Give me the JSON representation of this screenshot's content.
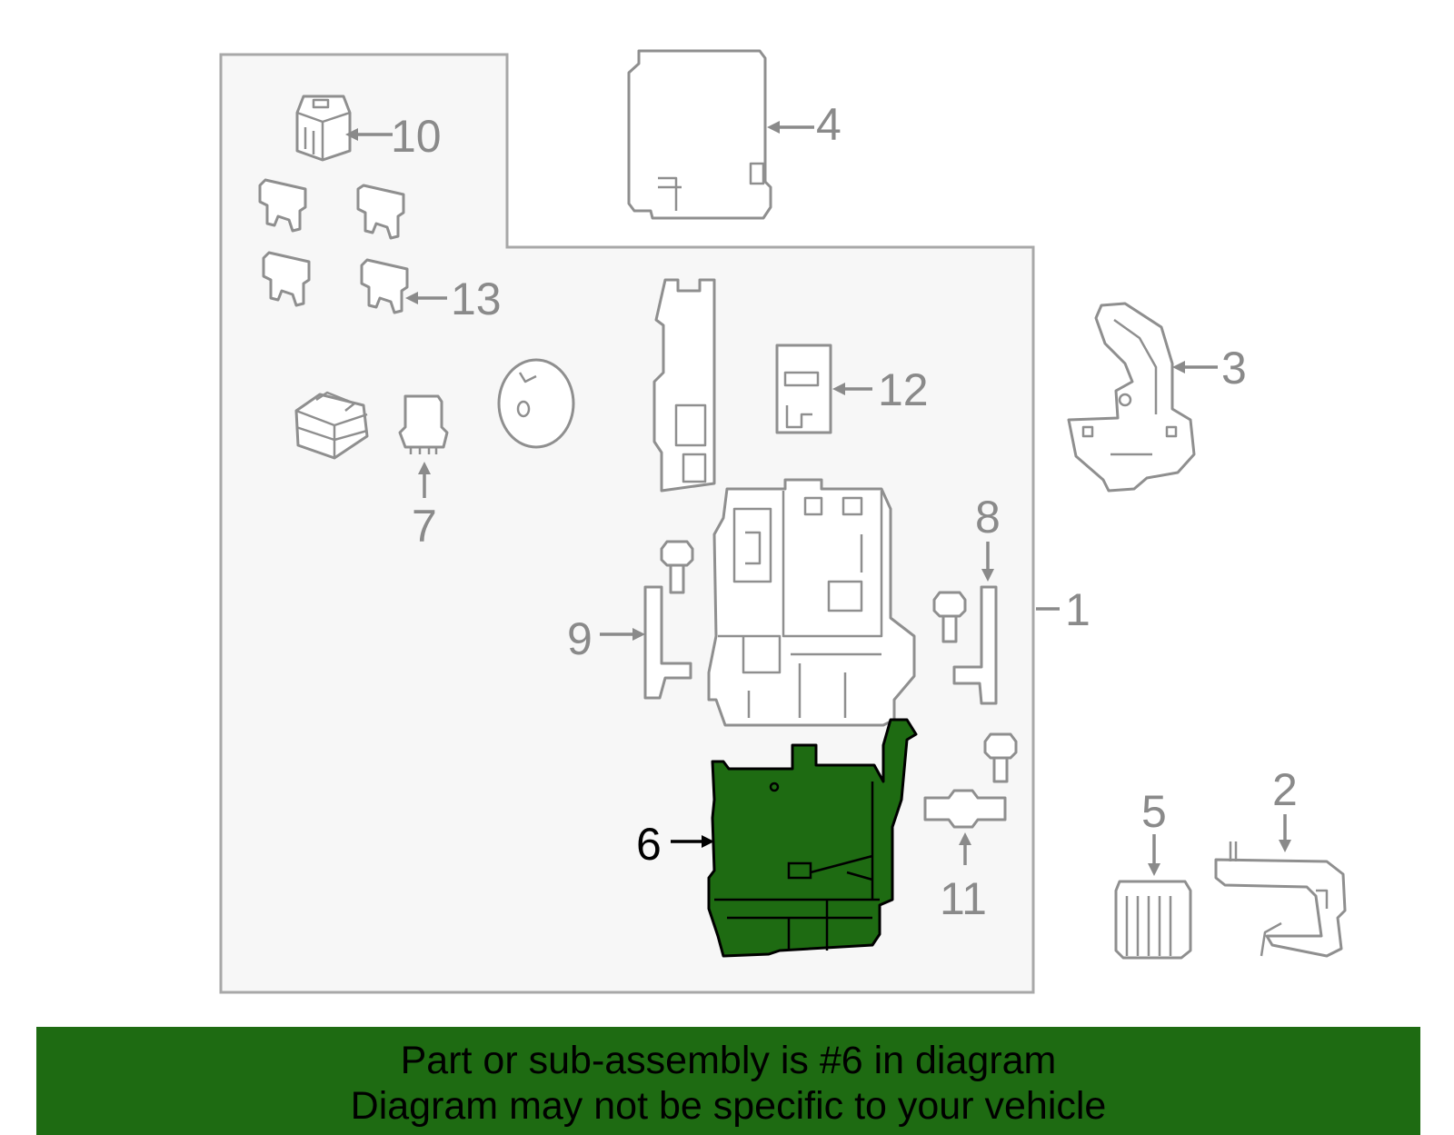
{
  "labels": {
    "p1": "1",
    "p2": "2",
    "p3": "3",
    "p4": "4",
    "p5": "5",
    "p6": "6",
    "p7": "7",
    "p8": "8",
    "p9": "9",
    "p10": "10",
    "p11": "11",
    "p12": "12",
    "p13": "13"
  },
  "footer": {
    "line1": "Part or sub-assembly is #6 in diagram",
    "line2": "Diagram may not be specific to your vehicle"
  },
  "colors": {
    "highlight": "#1e6b12",
    "footer_bg": "#1e6b12",
    "outline": "#8f8f8f"
  }
}
